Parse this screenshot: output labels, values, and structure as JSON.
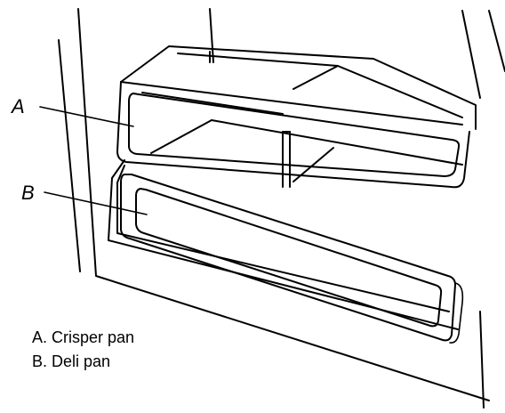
{
  "callouts": {
    "a": "A",
    "b": "B"
  },
  "legend": {
    "items": [
      "A. Crisper pan",
      "B. Deli pan"
    ]
  },
  "colors": {
    "line": "#000000",
    "background": "#ffffff"
  }
}
